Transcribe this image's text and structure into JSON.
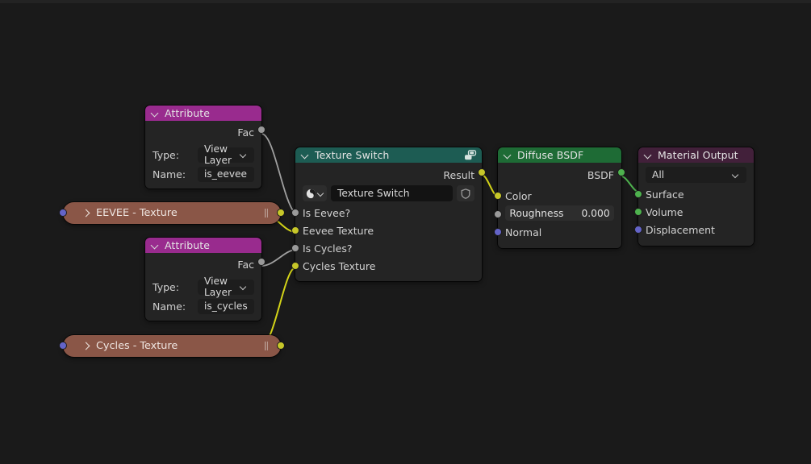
{
  "editor": {
    "name": "blender-shader-node-editor",
    "background": "#1a1a1a"
  },
  "colors": {
    "attribute_header": "#992b8e",
    "group_header": "#1d5c53",
    "shader_header": "#1e6b35",
    "output_header": "#42203a",
    "collapsed_node": "#8a5647",
    "node_body": "#242424",
    "socket_grey": "#9a9a9a",
    "socket_yellow": "#c7c729",
    "socket_green": "#4eb24e",
    "socket_blue": "#6464c8",
    "wire_grey": "#a0a0a0",
    "wire_yellow": "#d4d418",
    "wire_green": "#4eb24e"
  },
  "nodes": {
    "attribute_eevee": {
      "title": "Attribute",
      "outputs": [
        {
          "label": "Fac",
          "type": "grey"
        }
      ],
      "properties": [
        {
          "label": "Type:",
          "value": "View Layer",
          "widget": "dropdown"
        },
        {
          "label": "Name:",
          "value": "is_eevee",
          "widget": "text"
        }
      ]
    },
    "attribute_cycles": {
      "title": "Attribute",
      "outputs": [
        {
          "label": "Fac",
          "type": "grey"
        }
      ],
      "properties": [
        {
          "label": "Type:",
          "value": "View Layer",
          "widget": "dropdown"
        },
        {
          "label": "Name:",
          "value": "is_cycles",
          "widget": "text"
        }
      ]
    },
    "eevee_texture": {
      "title": "EEVEE - Texture",
      "collapsed": true
    },
    "cycles_texture": {
      "title": "Cycles - Texture",
      "collapsed": true
    },
    "texture_switch": {
      "title": "Texture Switch",
      "header_icon": "node-group-icon",
      "outputs": [
        {
          "label": "Result",
          "type": "yellow"
        }
      ],
      "group_selector": {
        "icon": "node-group-datablock-icon",
        "name": "Texture Switch",
        "shield": "fake-user-shield-icon"
      },
      "inputs": [
        {
          "label": "Is Eevee?",
          "type": "grey"
        },
        {
          "label": "Eevee Texture",
          "type": "yellow"
        },
        {
          "label": "Is Cycles?",
          "type": "grey"
        },
        {
          "label": "Cycles Texture",
          "type": "yellow"
        }
      ]
    },
    "diffuse_bsdf": {
      "title": "Diffuse BSDF",
      "outputs": [
        {
          "label": "BSDF",
          "type": "green"
        }
      ],
      "inputs": [
        {
          "label": "Color",
          "type": "yellow",
          "widget": "socket"
        },
        {
          "label": "Roughness",
          "type": "grey",
          "widget": "value",
          "value": "0.000"
        },
        {
          "label": "Normal",
          "type": "blue",
          "widget": "socket"
        }
      ]
    },
    "material_output": {
      "title": "Material Output",
      "target": {
        "value": "All",
        "widget": "dropdown"
      },
      "inputs": [
        {
          "label": "Surface",
          "type": "green"
        },
        {
          "label": "Volume",
          "type": "green"
        },
        {
          "label": "Displacement",
          "type": "blue"
        }
      ]
    }
  },
  "links": [
    {
      "from": "attribute_eevee.Fac",
      "to": "texture_switch.Is Eevee?",
      "color": "grey"
    },
    {
      "from": "eevee_texture.out",
      "to": "texture_switch.Eevee Texture",
      "color": "yellow"
    },
    {
      "from": "attribute_cycles.Fac",
      "to": "texture_switch.Is Cycles?",
      "color": "grey"
    },
    {
      "from": "cycles_texture.out",
      "to": "texture_switch.Cycles Texture",
      "color": "yellow"
    },
    {
      "from": "texture_switch.Result",
      "to": "diffuse_bsdf.Color",
      "color": "yellow"
    },
    {
      "from": "diffuse_bsdf.BSDF",
      "to": "material_output.Surface",
      "color": "green"
    }
  ]
}
